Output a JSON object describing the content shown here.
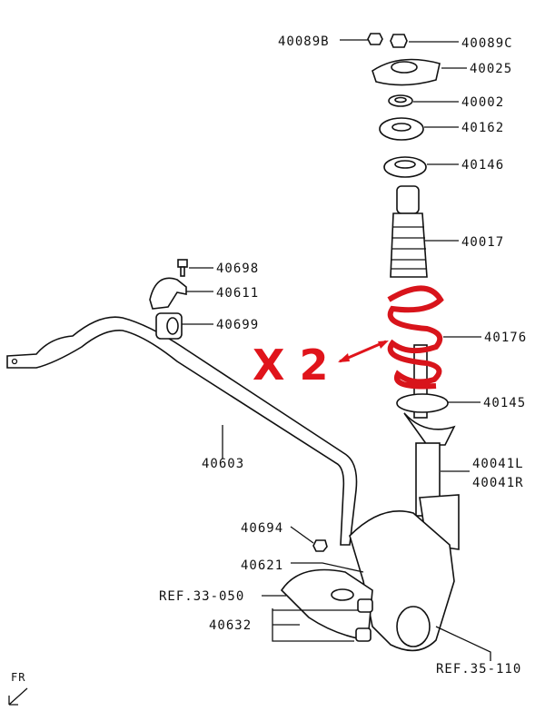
{
  "labels": {
    "p40089B": "40089B",
    "p40089C": "40089C",
    "p40025": "40025",
    "p40002": "40002",
    "p40162": "40162",
    "p40146": "40146",
    "p40017": "40017",
    "p40698": "40698",
    "p40611": "40611",
    "p40699": "40699",
    "p40176": "40176",
    "p40145": "40145",
    "p40041L": "40041L",
    "p40041R": "40041R",
    "p40603": "40603",
    "p40694": "40694",
    "p40621": "40621",
    "ref33": "REF.33-050",
    "p40632": "40632",
    "ref35": "REF.35-110",
    "fr": "FR"
  },
  "callout": {
    "quantity": "X 2",
    "color": "#e0141b"
  },
  "spring_color": "#d8141b"
}
